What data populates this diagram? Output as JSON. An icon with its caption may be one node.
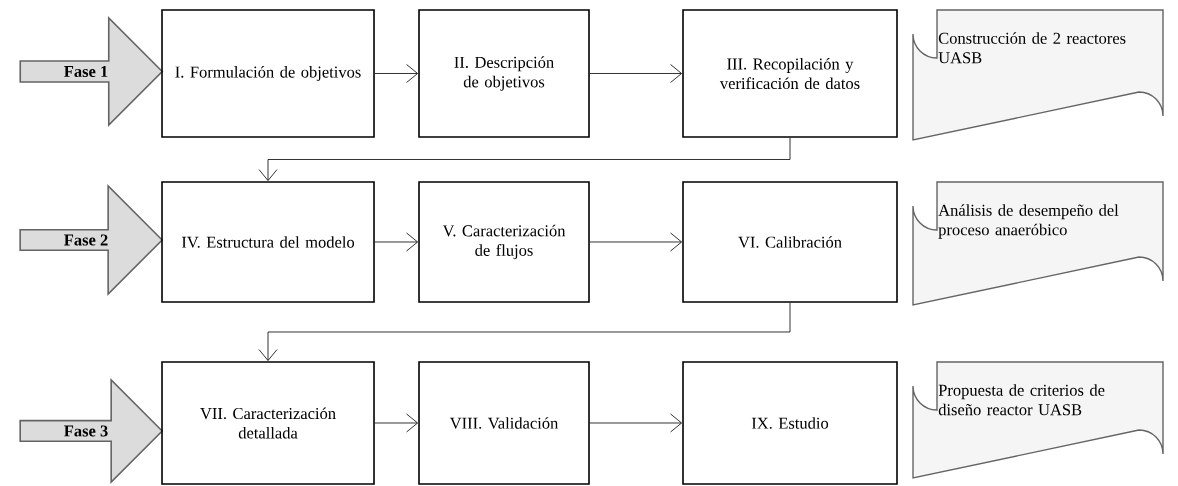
{
  "diagram": {
    "nodes": [
      {
        "text": [
          "Fase 1"
        ]
      },
      {
        "text": [
          "I. Formulación de objetivos"
        ]
      },
      {
        "text": [
          "II. Descripción de objetivos"
        ]
      },
      {
        "text": [
          "III. Recopilación y verificación de datos"
        ]
      },
      {
        "text": [
          "Construcción de 2 reactores UASB"
        ]
      },
      {
        "text": [
          "Fase 2"
        ]
      },
      {
        "text": [
          "IV. Estructura del modelo"
        ]
      },
      {
        "text": [
          "V. Caracterización de flujos"
        ]
      },
      {
        "text": [
          "VI. Calibración"
        ]
      },
      {
        "text": [
          "Análisis de desempeño del proceso anaeróbico"
        ]
      },
      {
        "text": [
          "Fase 3"
        ]
      },
      {
        "text": [
          "VII. Caracterización detallada"
        ]
      },
      {
        "text": [
          "VIII. Validación"
        ]
      },
      {
        "text": [
          "IX. Estudio"
        ]
      },
      {
        "text": [
          "Propuesta de criterios de diseño reactor UASB"
        ]
      }
    ],
    "edges": [
      {
        "from": 1,
        "to": 2,
        "arrow": "to"
      },
      {
        "from": 2,
        "to": 3,
        "arrow": "to"
      },
      {
        "from": 3,
        "to": 6,
        "arrow": "to"
      },
      {
        "from": 6,
        "to": 7,
        "arrow": "to"
      },
      {
        "from": 7,
        "to": 8,
        "arrow": "to"
      },
      {
        "from": 8,
        "to": 11,
        "arrow": "to"
      },
      {
        "from": 11,
        "to": 12,
        "arrow": "to"
      },
      {
        "from": 12,
        "to": 13,
        "arrow": "to"
      }
    ]
  }
}
